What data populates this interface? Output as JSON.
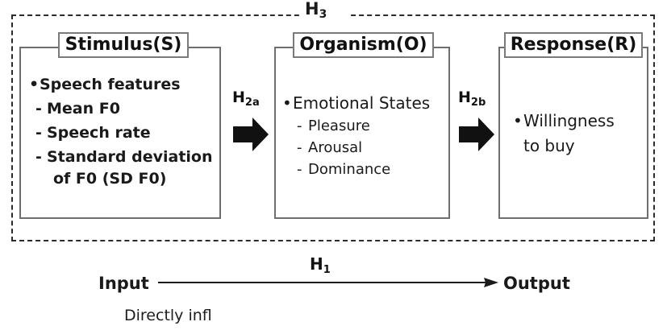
{
  "diagram": {
    "outer_label": {
      "main": "H",
      "sub": "3"
    },
    "panels": [
      {
        "id": "stimulus",
        "title": "Stimulus(S)",
        "weight": "bold",
        "lines": [
          {
            "kind": "bullet",
            "text": "Speech features"
          },
          {
            "kind": "dash",
            "text": "Mean F0"
          },
          {
            "kind": "dash",
            "text": "Speech rate"
          },
          {
            "kind": "dash",
            "text": "Standard deviation"
          },
          {
            "kind": "cont",
            "text": "of F0 (SD F0)"
          }
        ]
      },
      {
        "id": "organism",
        "title": "Organism(O)",
        "weight": "regular",
        "lines": [
          {
            "kind": "bullet",
            "text": "Emotional States"
          },
          {
            "kind": "dash",
            "text": "Pleasure"
          },
          {
            "kind": "dash",
            "text": "Arousal"
          },
          {
            "kind": "dash",
            "text": "Dominance"
          }
        ]
      },
      {
        "id": "response",
        "title": "Response(R)",
        "weight": "regular",
        "lines": [
          {
            "kind": "bullet",
            "text": "Willingness"
          },
          {
            "kind": "cont",
            "text": "to buy"
          }
        ]
      }
    ],
    "arrows": [
      {
        "id": "h2a",
        "main": "H",
        "sub": "2a"
      },
      {
        "id": "h2b",
        "main": "H",
        "sub": "2b"
      }
    ],
    "bottom": {
      "input_label": "Input",
      "output_label": "Output",
      "hypothesis": {
        "main": "H",
        "sub": "1"
      },
      "caption": "Directly infl"
    },
    "colors": {
      "ink": "#1a1a1a",
      "box_border": "#6e6e6e",
      "dashed_border": "#2b2b2b",
      "arrow_fill": "#111111",
      "background": "#ffffff"
    }
  }
}
